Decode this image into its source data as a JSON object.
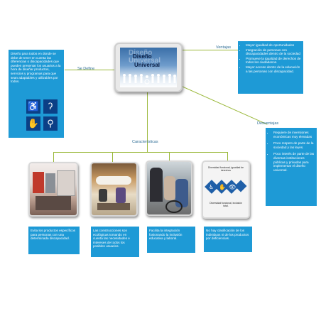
{
  "center": {
    "title_line1": "Diseño",
    "title_line2": "Universal",
    "watermark": "Diseño Universal"
  },
  "labels": {
    "se_define": "Se Define",
    "ventajas": "Ventajas",
    "desventajas": "Desventajas",
    "caracteristicas": "Características"
  },
  "definition": "Diseño para todos en donde se debe de tener en cuenta las diferencias o discapacidades que pueden presentar los usuarios a la hora de diseñar productos, servicios y programas para que sean adaptables y utilizables por todos.",
  "definition_icons": [
    "wheelchair-icon",
    "hearing-icon",
    "sign-language-icon",
    "blind-walking-icon"
  ],
  "ventajas": [
    "Mayor igualdad de oportunidades",
    "Integración de personas con discapacidades dentro de la sociedad",
    "Promueve la igualdad de derechos de todos los ciudadanos.",
    "Mayor acceso dentro de la educación a las personas con discapacidad."
  ],
  "desventajas": [
    "Requiere de inversiones económicas muy elevadas",
    "Poco respeto de parte de la sociedad y las leyes.",
    "Poco interés de parte de las diversas instituciones públicas y privadas para implementar el diseño universal."
  ],
  "caracteristicas": [
    "Evita los productos específicos para personas con una determinada discapacidad.",
    "Las construcciones son ecológicas tomando en cuenta las necesidades e intereses de todos los posibles usuarios.",
    "Facilita la integración fusionando la inclusión educativa y laboral.",
    "No hay clasificación de los individuos ni de los productos por deficiencias."
  ],
  "poster": {
    "top": "Diversidad funcional, igualdad de derechos",
    "bottom": "Diversidad funcional, inclusión total."
  },
  "colors": {
    "box_blue": "#1e9ad6",
    "connector_green": "#9ab83a",
    "label_text": "#2f6e96",
    "icon_navy": "#0b3f86"
  }
}
